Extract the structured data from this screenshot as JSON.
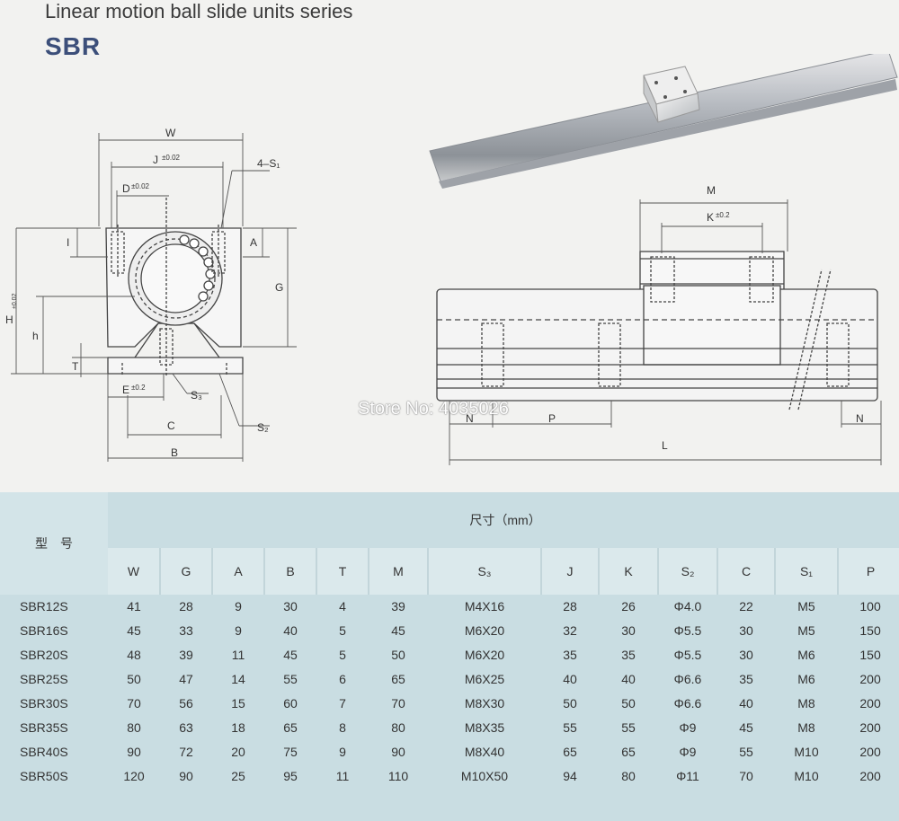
{
  "header": {
    "title": "Linear motion ball slide units series",
    "subtitle": "SBR"
  },
  "watermark": "Store No: 4035026",
  "diagram_labels": {
    "W": "W",
    "J": "J",
    "J_tol": "±0.02",
    "S1": "4–S₁",
    "D": "D",
    "D_tol": "±0.02",
    "I": "I",
    "A": "A",
    "G": "G",
    "H": "H",
    "H_tol": "±0.02",
    "h": "h",
    "T": "T",
    "E": "E",
    "E_tol": "±0.2",
    "S3": "S₃",
    "C": "C",
    "S2": "S₂",
    "B": "B",
    "M": "M",
    "K": "K",
    "K_tol": "±0.2",
    "N": "N",
    "P": "P",
    "L": "L"
  },
  "table": {
    "model_header": "型　号",
    "dim_header": "尺寸（mm）",
    "columns": [
      "W",
      "G",
      "A",
      "B",
      "T",
      "M",
      "S₃",
      "J",
      "K",
      "S₂",
      "C",
      "S₁",
      "P"
    ],
    "rows": [
      [
        "SBR12S",
        "41",
        "28",
        "9",
        "30",
        "4",
        "39",
        "M4X16",
        "28",
        "26",
        "Φ4.0",
        "22",
        "M5",
        "100"
      ],
      [
        "SBR16S",
        "45",
        "33",
        "9",
        "40",
        "5",
        "45",
        "M6X20",
        "32",
        "30",
        "Φ5.5",
        "30",
        "M5",
        "150"
      ],
      [
        "SBR20S",
        "48",
        "39",
        "11",
        "45",
        "5",
        "50",
        "M6X20",
        "35",
        "35",
        "Φ5.5",
        "30",
        "M6",
        "150"
      ],
      [
        "SBR25S",
        "50",
        "47",
        "14",
        "55",
        "6",
        "65",
        "M6X25",
        "40",
        "40",
        "Φ6.6",
        "35",
        "M6",
        "200"
      ],
      [
        "SBR30S",
        "70",
        "56",
        "15",
        "60",
        "7",
        "70",
        "M8X30",
        "50",
        "50",
        "Φ6.6",
        "40",
        "M8",
        "200"
      ],
      [
        "SBR35S",
        "80",
        "63",
        "18",
        "65",
        "8",
        "80",
        "M8X35",
        "55",
        "55",
        "Φ9",
        "45",
        "M8",
        "200"
      ],
      [
        "SBR40S",
        "90",
        "72",
        "20",
        "75",
        "9",
        "90",
        "M8X40",
        "65",
        "65",
        "Φ9",
        "55",
        "M10",
        "200"
      ],
      [
        "SBR50S",
        "120",
        "90",
        "25",
        "95",
        "11",
        "110",
        "M10X50",
        "94",
        "80",
        "Φ11",
        "70",
        "M10",
        "200"
      ]
    ]
  }
}
